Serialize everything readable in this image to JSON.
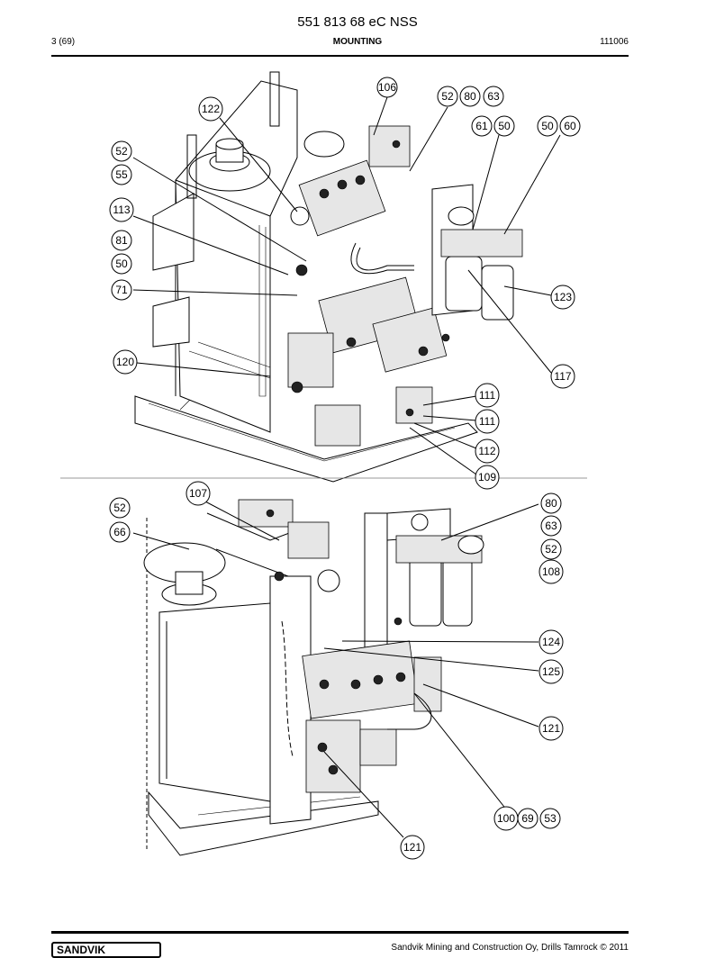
{
  "header": {
    "doc_number": "551 813 68 eC NSS",
    "page_ref": "3 (69)",
    "section": "MOUNTING",
    "date": "111006"
  },
  "upper_view": {
    "callouts": [
      "106",
      "52",
      "80",
      "63",
      "122",
      "61",
      "50",
      "50",
      "60",
      "52",
      "55",
      "113",
      "81",
      "50",
      "71",
      "123",
      "120",
      "117",
      "111",
      "111",
      "112",
      "109"
    ]
  },
  "lower_view": {
    "callouts": [
      "107",
      "52",
      "66",
      "80",
      "63",
      "52",
      "108",
      "124",
      "125",
      "121",
      "100",
      "69",
      "53",
      "121"
    ]
  },
  "footer": {
    "logo": "SANDVIK",
    "copyright": "Sandvik Mining and Construction Oy, Drills Tamrock © 2011"
  }
}
